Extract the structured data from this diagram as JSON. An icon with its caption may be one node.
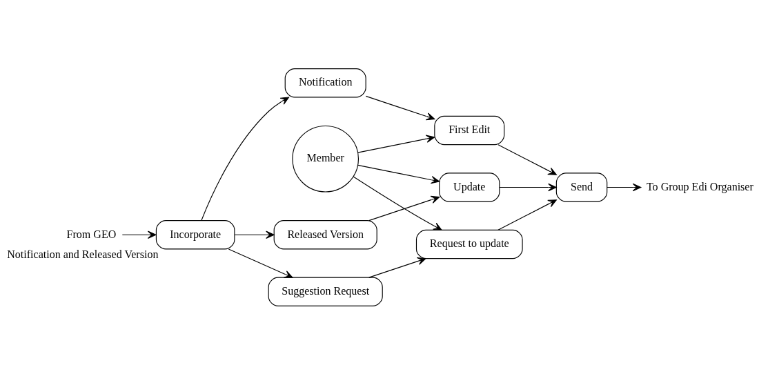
{
  "diagram": {
    "nodes": [
      {
        "text": [
          "From GEO"
        ]
      },
      {
        "text": [
          "Incorporate"
        ],
        "beside": [
          "Notification and Released Version"
        ]
      },
      {
        "text": [
          "Notification"
        ]
      },
      {
        "text": [
          "Member"
        ]
      },
      {
        "text": [
          "First Edit"
        ]
      },
      {
        "text": [
          "Released Version"
        ]
      },
      {
        "text": [
          "Update"
        ]
      },
      {
        "text": [
          "Send"
        ]
      },
      {
        "text": [
          "Suggestion Request"
        ]
      },
      {
        "text": [
          "Request to update"
        ]
      },
      {
        "text": [
          "To Group Edi Organiser"
        ]
      }
    ],
    "edges": [
      {
        "from": 0,
        "to": 1,
        "arrow": "to"
      },
      {
        "from": 1,
        "to": 2,
        "arrow": "to"
      },
      {
        "from": 2,
        "to": 4,
        "arrow": "to"
      },
      {
        "from": 3,
        "to": 4,
        "arrow": "to"
      },
      {
        "from": 3,
        "to": 6,
        "arrow": "to"
      },
      {
        "from": 3,
        "to": 9,
        "arrow": "to"
      },
      {
        "from": 1,
        "to": 5,
        "arrow": "to"
      },
      {
        "from": 1,
        "to": 8,
        "arrow": "to"
      },
      {
        "from": 5,
        "to": 6,
        "arrow": "to"
      },
      {
        "from": 8,
        "to": 9,
        "arrow": "to"
      },
      {
        "from": 4,
        "to": 7,
        "arrow": "to"
      },
      {
        "from": 6,
        "to": 7,
        "arrow": "to"
      },
      {
        "from": 9,
        "to": 7,
        "arrow": "to"
      },
      {
        "from": 7,
        "to": 10,
        "arrow": "to"
      }
    ]
  }
}
